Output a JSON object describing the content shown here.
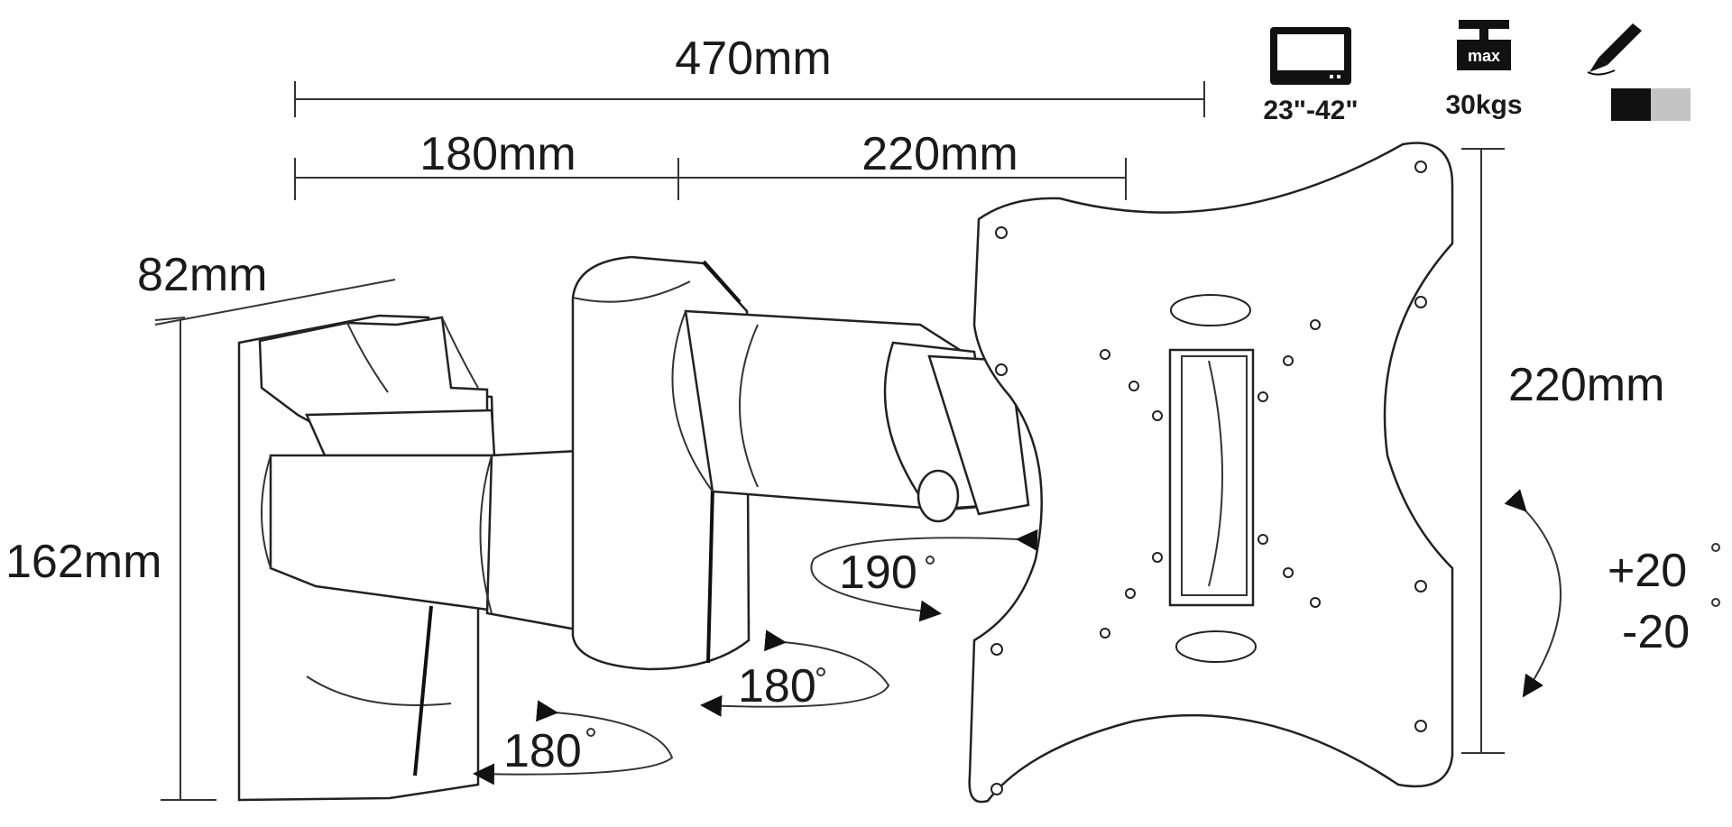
{
  "dimensions": {
    "total_length": "470mm",
    "arm1_length": "180mm",
    "arm2_length": "220mm",
    "wall_depth": "82mm",
    "wall_height": "162mm",
    "plate_height": "220mm"
  },
  "rotations": {
    "plate_swivel": "190",
    "arm_joint": "180",
    "wall_joint": "180",
    "tilt_up": "+20",
    "tilt_down": "-20"
  },
  "specs": {
    "screen_size": "23\"-42\"",
    "max_badge": "max",
    "max_load": "30kgs"
  },
  "colors": {
    "swatch_black": "#111111",
    "swatch_silver": "#c4c4c4",
    "line": "#333333"
  },
  "icons": [
    "monitor-icon",
    "max-load-icon",
    "pen-icon",
    "color-swatch-icon"
  ]
}
